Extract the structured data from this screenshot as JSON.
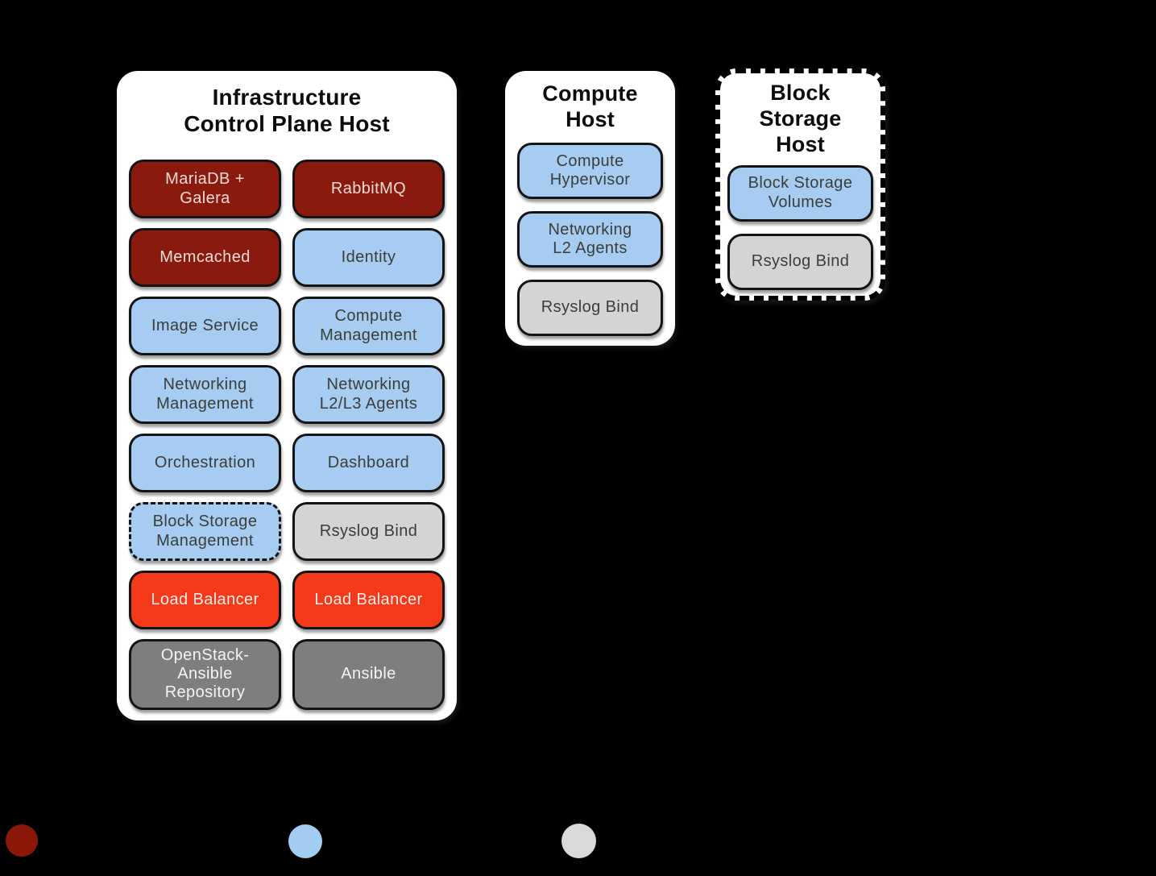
{
  "background_color": "#000000",
  "colors": {
    "darkred": "#8b1a0e",
    "blue": "#a6cdf1",
    "lightgray": "#d4d4d4",
    "red": "#f43a1a",
    "darkgray": "#7e7e7e",
    "panel_fill": "#ffffff",
    "box_border": "#141414"
  },
  "panels": [
    {
      "title": "Infrastructure\nControl Plane Host",
      "dashed_border": false,
      "boxes": [
        {
          "name": "mariadb-galera-box",
          "label": "MariaDB +\nGalera",
          "color": "darkred",
          "dashed": false
        },
        {
          "name": "rabbitmq-box",
          "label": "RabbitMQ",
          "color": "darkred",
          "dashed": false
        },
        {
          "name": "memcached-box",
          "label": "Memcached",
          "color": "darkred",
          "dashed": false
        },
        {
          "name": "identity-box",
          "label": "Identity",
          "color": "blue",
          "dashed": false
        },
        {
          "name": "image-service-box",
          "label": "Image Service",
          "color": "blue",
          "dashed": false
        },
        {
          "name": "compute-management-box",
          "label": "Compute\nManagement",
          "color": "blue",
          "dashed": false
        },
        {
          "name": "networking-management-box",
          "label": "Networking\nManagement",
          "color": "blue",
          "dashed": false
        },
        {
          "name": "networking-l2-l3-agents-box",
          "label": "Networking\nL2/L3 Agents",
          "color": "blue",
          "dashed": false
        },
        {
          "name": "orchestration-box",
          "label": "Orchestration",
          "color": "blue",
          "dashed": false
        },
        {
          "name": "dashboard-box",
          "label": "Dashboard",
          "color": "blue",
          "dashed": false
        },
        {
          "name": "block-storage-management-box",
          "label": "Block Storage\nManagement",
          "color": "blue",
          "dashed": true
        },
        {
          "name": "rsyslog-bind-box",
          "label": "Rsyslog Bind",
          "color": "lightgray",
          "dashed": false
        },
        {
          "name": "load-balancer-box",
          "label": "Load Balancer",
          "color": "red",
          "dashed": false
        },
        {
          "name": "load-balancer-box",
          "label": "Load Balancer",
          "color": "red",
          "dashed": false
        },
        {
          "name": "openstack-ansible-repository-box",
          "label": "OpenStack-\nAnsible\nRepository",
          "color": "darkgray",
          "dashed": false
        },
        {
          "name": "ansible-box",
          "label": "Ansible",
          "color": "darkgray",
          "dashed": false
        }
      ]
    },
    {
      "title": "Compute\nHost",
      "dashed_border": false,
      "boxes": [
        {
          "name": "compute-hypervisor-box",
          "label": "Compute\nHypervisor",
          "color": "blue",
          "dashed": false
        },
        {
          "name": "networking-l2-agents-box",
          "label": "Networking\nL2 Agents",
          "color": "blue",
          "dashed": false
        },
        {
          "name": "rsyslog-bind-box",
          "label": "Rsyslog Bind",
          "color": "lightgray",
          "dashed": false
        }
      ]
    },
    {
      "title": "Block\nStorage\nHost",
      "dashed_border": true,
      "boxes": [
        {
          "name": "block-storage-volumes-box",
          "label": "Block Storage\nVolumes",
          "color": "blue",
          "dashed": false
        },
        {
          "name": "rsyslog-bind-box",
          "label": "Rsyslog Bind",
          "color": "lightgray",
          "dashed": false
        }
      ]
    }
  ],
  "legend": {
    "dots": [
      {
        "name": "legend-dot-dark-red",
        "color": "#8b1708"
      },
      {
        "name": "legend-dot-light-blue",
        "color": "#a3cdf0"
      },
      {
        "name": "legend-dot-light-gray",
        "color": "#d9d9d9"
      }
    ]
  }
}
